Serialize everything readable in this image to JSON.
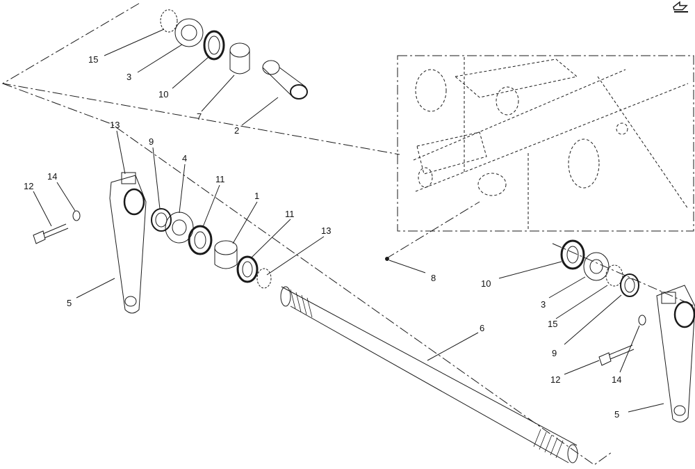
{
  "colors": {
    "line": "#1a1a1a",
    "background": "#ffffff"
  },
  "nav_icon": "return-arrow-icon",
  "callouts": {
    "c15_top": "15",
    "c3_top": "3",
    "c10_top": "10",
    "c7_top": "7",
    "c2": "2",
    "c13_left": "13",
    "c9_left": "9",
    "c4": "4",
    "c11_a": "11",
    "c1": "1",
    "c11_b": "11",
    "c13_mid": "13",
    "c12_left": "12",
    "c14_left": "14",
    "c5_left": "5",
    "c6": "6",
    "c8": "8",
    "c10_right": "10",
    "c3_right": "3",
    "c15_right": "15",
    "c9_right": "9",
    "c12_right": "12",
    "c14_right": "14",
    "c5_right": "5"
  }
}
